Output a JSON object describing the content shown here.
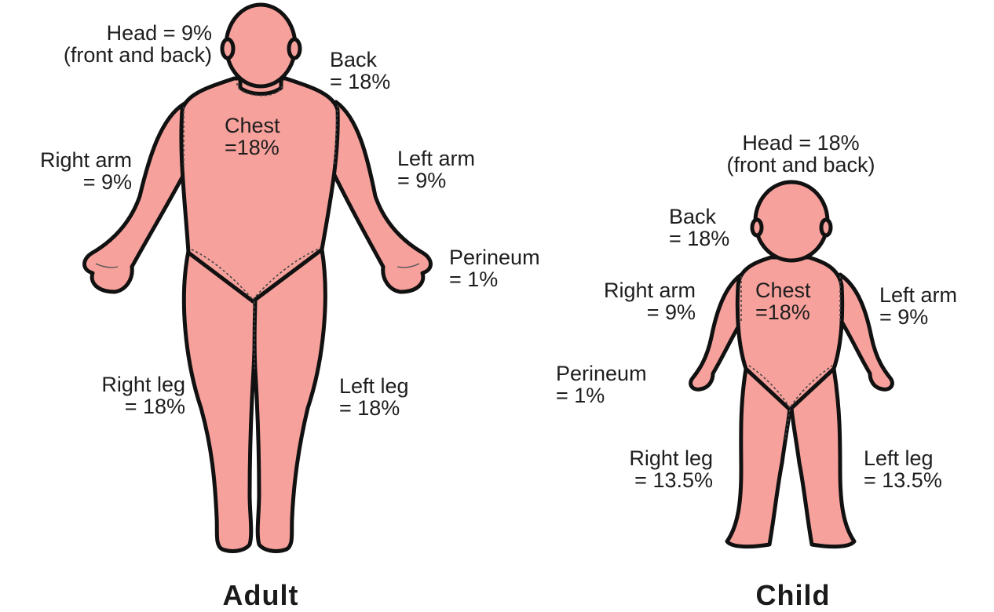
{
  "adult": {
    "caption": "Adult",
    "head": {
      "line1": "Head = 9%",
      "line2": "(front and back)"
    },
    "back": {
      "line1": "Back",
      "line2": "= 18%"
    },
    "chest": {
      "line1": "Chest",
      "line2": "=18%"
    },
    "right_arm": {
      "line1": "Right arm",
      "line2": "= 9%"
    },
    "left_arm": {
      "line1": "Left arm",
      "line2": "= 9%"
    },
    "perineum": {
      "line1": "Perineum",
      "line2": "= 1%"
    },
    "right_leg": {
      "line1": "Right leg",
      "line2": "= 18%"
    },
    "left_leg": {
      "line1": "Left leg",
      "line2": "= 18%"
    }
  },
  "child": {
    "caption": "Child",
    "head": {
      "line1": "Head = 18%",
      "line2": "(front and back)"
    },
    "back": {
      "line1": "Back",
      "line2": "= 18%"
    },
    "chest": {
      "line1": "Chest",
      "line2": "=18%"
    },
    "right_arm": {
      "line1": "Right arm",
      "line2": "= 9%"
    },
    "left_arm": {
      "line1": "Left arm",
      "line2": "= 9%"
    },
    "perineum": {
      "line1": "Perineum",
      "line2": "= 1%"
    },
    "right_leg": {
      "line1": "Right leg",
      "line2": "= 13.5%"
    },
    "left_leg": {
      "line1": "Left leg",
      "line2": "= 13.5%"
    }
  },
  "colors": {
    "skin": "#f7a19c",
    "outline": "#111111"
  }
}
